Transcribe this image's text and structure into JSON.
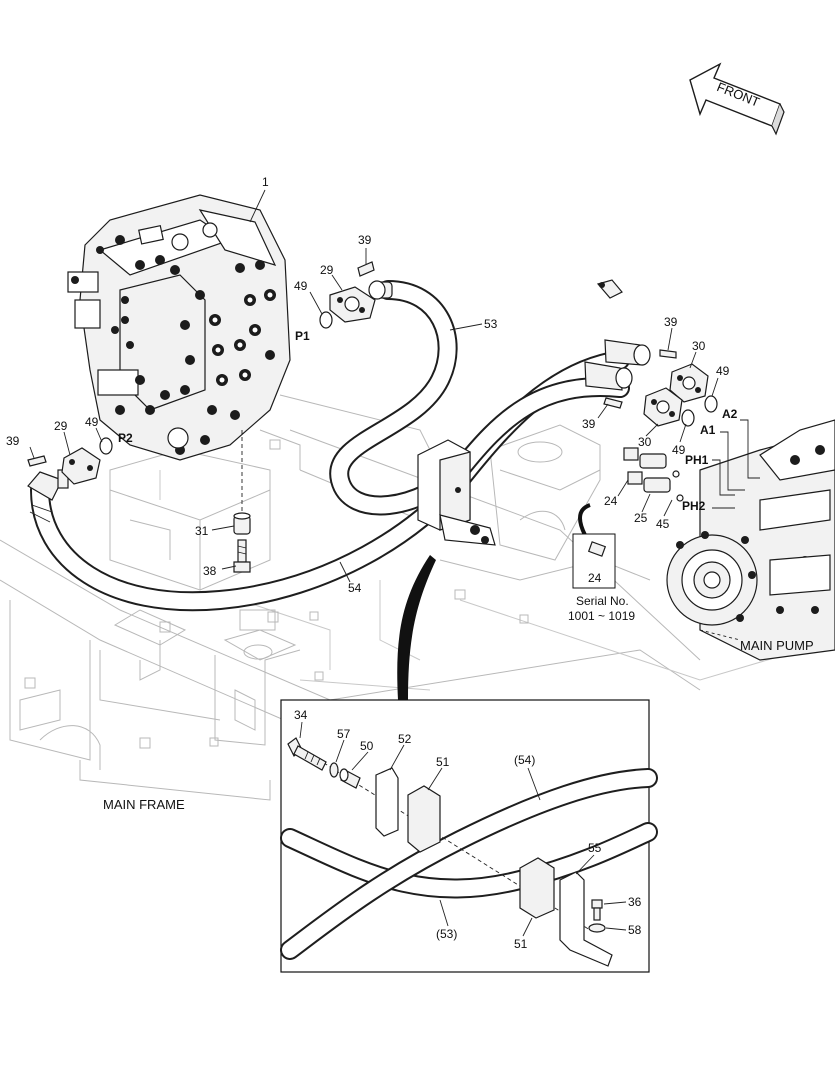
{
  "labels": {
    "front": "FRONT",
    "main_frame": "MAIN FRAME",
    "main_pump": "MAIN PUMP",
    "serial_label": "Serial No.",
    "serial_range": "1001 ~ 1019",
    "p1": "P1",
    "p2": "P2",
    "a1": "A1",
    "a2": "A2",
    "ph1": "PH1",
    "ph2": "PH2",
    "n1": "1",
    "n39a": "39",
    "n29a": "29",
    "n49a": "49",
    "n53": "53",
    "n29b": "29",
    "n49b": "49",
    "n39b": "39",
    "n31": "31",
    "n38": "38",
    "n54": "54",
    "n39c": "39",
    "n30a": "30",
    "n49c": "49",
    "n39d": "39",
    "n30b": "30",
    "n49d": "49",
    "n24a": "24",
    "n25": "25",
    "n45": "45",
    "n24b": "24",
    "d34": "34",
    "d57": "57",
    "d50": "50",
    "d52": "52",
    "d51a": "51",
    "d54": "(54)",
    "d55": "55",
    "d36": "36",
    "d58": "58",
    "d51b": "51",
    "d53": "(53)"
  }
}
